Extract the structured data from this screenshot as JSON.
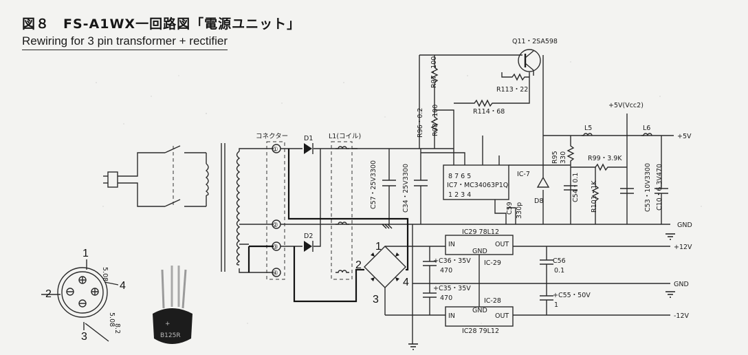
{
  "title": "図８　FS-A1WX一回路図「電源ユニット」",
  "subtitle": "Rewiring for 3 pin transformer + rectifier",
  "labels": {
    "connector": "コネクター",
    "d1": "D1",
    "d2": "D2",
    "l1": "L1(コイル)",
    "pin1": "①",
    "pin2": "②",
    "pin3": "③",
    "pin4": "④",
    "q11": "Q11・2SA598",
    "r97": "R97・100",
    "r113": "R113・22",
    "r114": "R114・68",
    "r96": "R96・0.2",
    "r98": "R98・100",
    "c57": "C57・25V3300",
    "c34": "C34・25V3300",
    "ic7_pins_top": "8    7    6    5",
    "ic7_name": "IC7・MC34063P1Q",
    "ic7_pins_bottom": "1    2    3    4",
    "ic7": "IC-7",
    "c59": "C59",
    "c59v": "330p",
    "vcc2": "+5V(Vcc2)",
    "l5": "L5",
    "l6": "L6",
    "plus5v": "+5V",
    "r95": "R95",
    "r95v": "330",
    "r99": "R99・3.9K",
    "d8": "D8",
    "c54": "C54・0.1",
    "r101": "R101・1K",
    "c53": "C53・10V3300",
    "c10": "C10・6.3V470",
    "gnd": "GND",
    "ic29_top": "IC29 78L12",
    "in": "IN",
    "out": "OUT",
    "gnd_pin": "GND",
    "ic29": "IC-29",
    "c36": "+C36・35V",
    "c36v": "470",
    "c56": "C56",
    "c56v": "0.1",
    "plus12v": "+12V",
    "c35": "+C35・35V",
    "c35v": "470",
    "ic28": "IC-28",
    "c55": "+C55・50V",
    "c55v": "1",
    "ic28_bottom": "IC28 79L12",
    "minus12v": "-12V",
    "br1": "1",
    "br2": "2",
    "br3": "3",
    "br4": "4",
    "pinout_1": "1",
    "pinout_2": "2",
    "pinout_3": "3",
    "pinout_4": "4",
    "dim_a": "5.08",
    "dim_b": "5.08",
    "dim_c": "8.2",
    "rectifier_mark": "B125R"
  },
  "colors": {
    "ink": "#1a1a1a",
    "paper": "#f3f3f1",
    "rectifier_body": "#1c1c1c"
  }
}
